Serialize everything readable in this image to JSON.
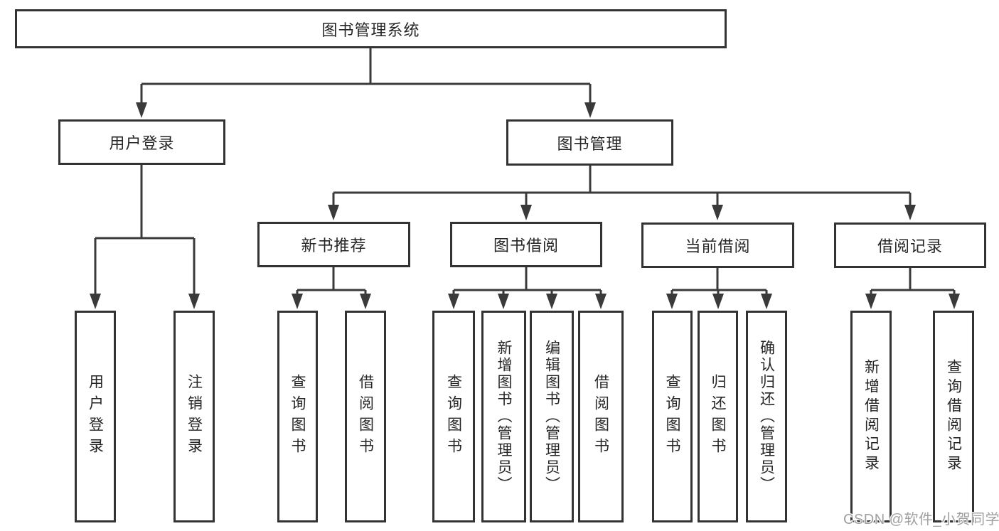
{
  "diagram": {
    "root": {
      "label": "图书管理系统"
    },
    "branches": [
      {
        "label": "用户登录",
        "children": [
          {
            "label": "用户登录"
          },
          {
            "label": "注销登录"
          }
        ]
      },
      {
        "label": "图书管理",
        "children": [
          {
            "label": "新书推荐",
            "children": [
              {
                "label": "查询图书"
              },
              {
                "label": "借阅图书"
              }
            ]
          },
          {
            "label": "图书借阅",
            "children": [
              {
                "label": "查询图书"
              },
              {
                "label": "新增图书（管理员）"
              },
              {
                "label": "编辑图书（管理员）"
              },
              {
                "label": "借阅图书"
              }
            ]
          },
          {
            "label": "当前借阅",
            "children": [
              {
                "label": "查询图书"
              },
              {
                "label": "归还图书"
              },
              {
                "label": "确认归还（管理员）"
              }
            ]
          },
          {
            "label": "借阅记录",
            "children": [
              {
                "label": "新增借阅记录"
              },
              {
                "label": "查询借阅记录"
              }
            ]
          }
        ]
      }
    ],
    "watermark": "CSDN @软件_小贺同学",
    "colors": {
      "line": "#3a3a3a",
      "box_border": "#333333",
      "text": "#262626",
      "watermark": "#a0a0a0",
      "background": "#ffffff"
    }
  }
}
